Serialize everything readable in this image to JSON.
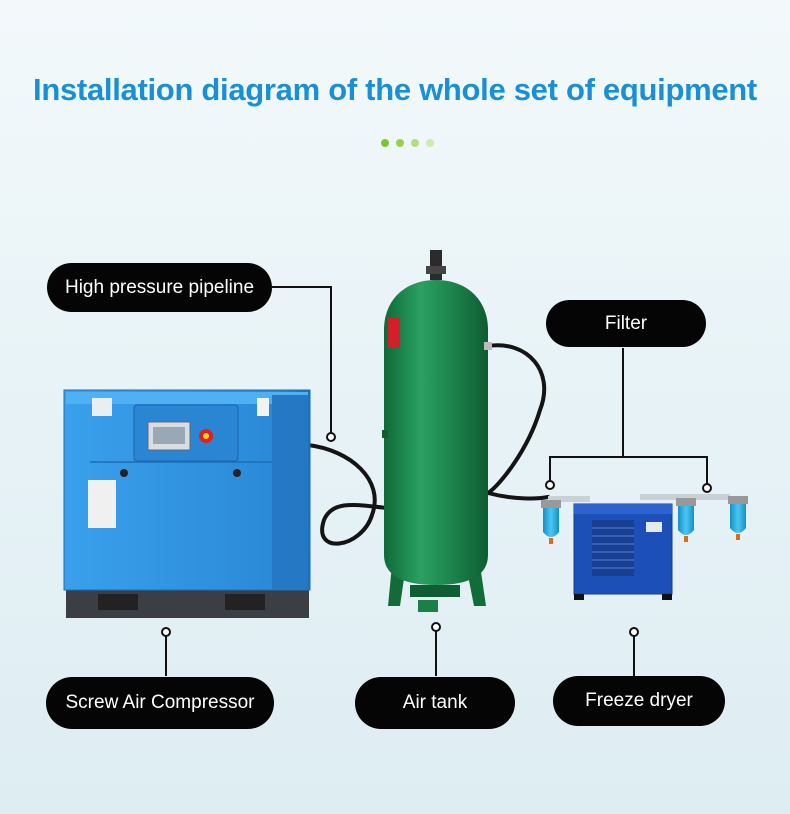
{
  "header": {
    "title": "Installation diagram of the whole set of equipment",
    "title_color": "#1a8fd6",
    "dot_colors": [
      "#7cc62d",
      "#95d24a",
      "#b1de7e",
      "#cfe9b3"
    ]
  },
  "labels": {
    "high_pressure_pipeline": "High pressure pipeline",
    "filter": "Filter",
    "screw_air_compressor": "Screw Air Compressor",
    "air_tank": "Air tank",
    "freeze_dryer": "Freeze dryer"
  },
  "equipment": {
    "compressor_color": "#2f8fe0",
    "tank_color": "#1e8a4f",
    "dryer_color": "#1d4fb8",
    "filter_color": "#2ab0e6",
    "label_bg": "#050505"
  }
}
